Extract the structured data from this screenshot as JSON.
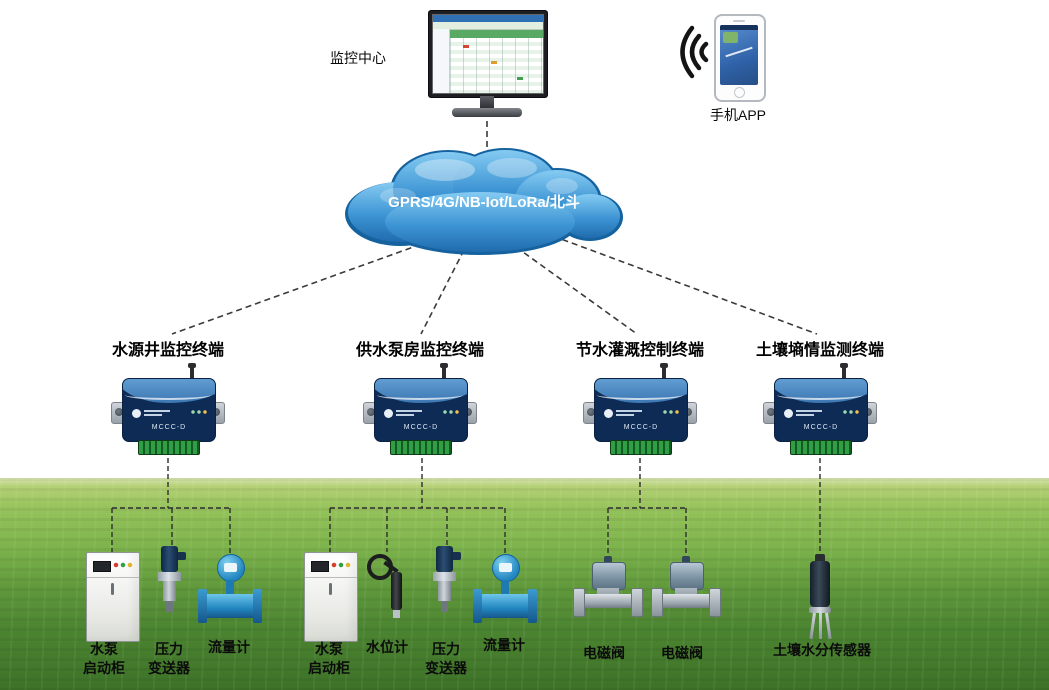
{
  "monitor": {
    "label": "监控中心"
  },
  "phone": {
    "label": "手机APP"
  },
  "cloud": {
    "label": "GPRS/4G/NB-Iot/LoRa/北斗"
  },
  "terminals": [
    {
      "label": "水源井监控终端",
      "model": "MCCC-D"
    },
    {
      "label": "供水泵房监控终端",
      "model": "MCCC-D"
    },
    {
      "label": "节水灌溉控制终端",
      "model": "MCCC-D"
    },
    {
      "label": "土壤墒情监测终端",
      "model": "MCCC-D"
    }
  ],
  "equipment": [
    {
      "label": "水泵\n启动柜",
      "type": "starter-cabinet"
    },
    {
      "label": "压力\n变送器",
      "type": "pressure-transmitter"
    },
    {
      "label": "流量计",
      "type": "flow-meter"
    },
    {
      "label": "水泵\n启动柜",
      "type": "starter-cabinet"
    },
    {
      "label": "水位计",
      "type": "water-level-gauge"
    },
    {
      "label": "压力\n变送器",
      "type": "pressure-transmitter"
    },
    {
      "label": "流量计",
      "type": "flow-meter"
    },
    {
      "label": "电磁阀",
      "type": "solenoid-valve"
    },
    {
      "label": "电磁阀",
      "type": "solenoid-valve"
    },
    {
      "label": "土壤水分传感器",
      "type": "soil-moisture-sensor"
    }
  ],
  "colors": {
    "cloud_blue": "#2e86c9",
    "device_navy": "#0d2b55",
    "terminal_block_green": "#2f9e45",
    "field_green": "#6aa344"
  }
}
